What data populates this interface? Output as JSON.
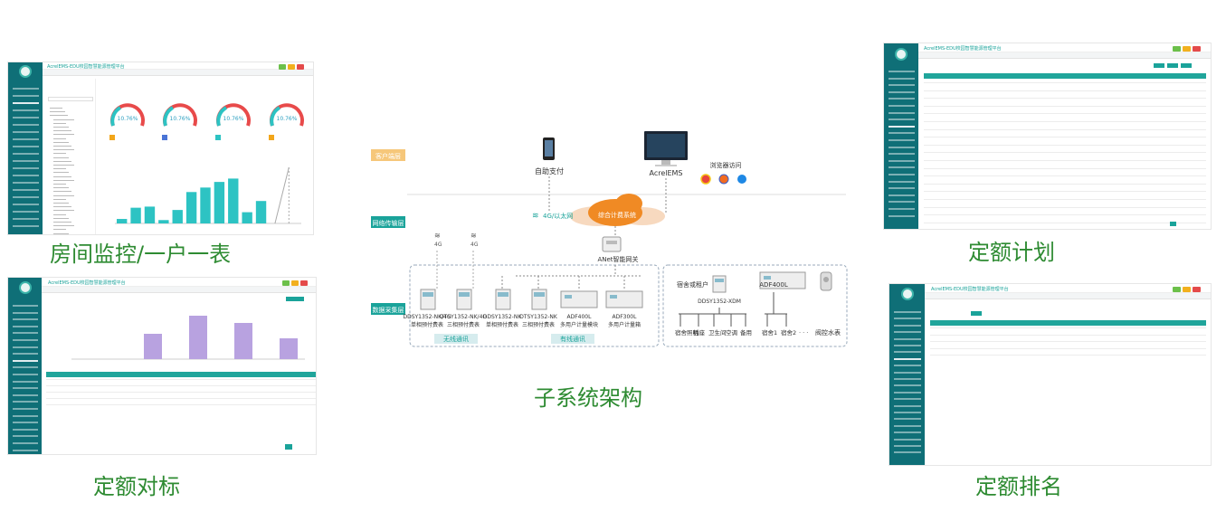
{
  "captions": {
    "room_monitor": "房间监控/一户一表",
    "subsystem": "子系统架构",
    "quota_plan": "定额计划",
    "quota_benchmark": "定额对标",
    "quota_ranking": "定额排名"
  },
  "app_title": "AcrelEMS-EDU校园智慧能源管理平台",
  "diagram": {
    "layers": {
      "customer": "客户端层",
      "network": "网络传输层",
      "data": "数据采集层"
    },
    "self_pay": "自助支付",
    "acrelems": "AcrelEMS",
    "browser_access": "浏览器访问",
    "cloud": "综合计费系统",
    "net_type": "4G/以太网",
    "gateway": "ANet智能网关",
    "signal_4g": "4G",
    "devices": [
      {
        "model": "DDSY1352-NK/4G",
        "desc": "单相预付费表"
      },
      {
        "model": "DTSY1352-NK/4G",
        "desc": "三相预付费表"
      },
      {
        "model": "DDSY1352-NK",
        "desc": "单相预付费表"
      },
      {
        "model": "DTSY1352-NK",
        "desc": "三相预付费表"
      },
      {
        "model": "ADF400L",
        "desc": "多用户计量模块"
      },
      {
        "model": "ADF300L",
        "desc": "多用户计量箱"
      }
    ],
    "wireless": "无线通讯",
    "wired": "有线通讯",
    "dorm_user": "宿舍或租户",
    "dorm_meter": "DDSY1352-XDM",
    "adf400l": "ADF400L",
    "dorm_loads": [
      "宿舍照明",
      "插座",
      "卫生间",
      "空调",
      "备用"
    ],
    "dorm_units": [
      "宿舍1",
      "宿舍2",
      "· · ·"
    ],
    "valve_meter": "阀控水表"
  },
  "gauges": [
    "10.76%",
    "10.76%",
    "10.76%",
    "10.76%"
  ],
  "chart_data": [
    {
      "type": "bar",
      "values": [
        4,
        14,
        15,
        3,
        12,
        28,
        32,
        37,
        40,
        10,
        20,
        0,
        50
      ]
    },
    {
      "type": "bar",
      "values": [
        0,
        28,
        48,
        40,
        23
      ]
    }
  ],
  "colors": {
    "sidebar": "#0f6f77",
    "accent": "#1aa39a",
    "bar_teal": "#2dc3c3",
    "bar_purple": "#b8a2e0",
    "caption_green": "#2e8b32",
    "cloud_orange": "#f08a24",
    "layer_label": "#f6c77a"
  }
}
